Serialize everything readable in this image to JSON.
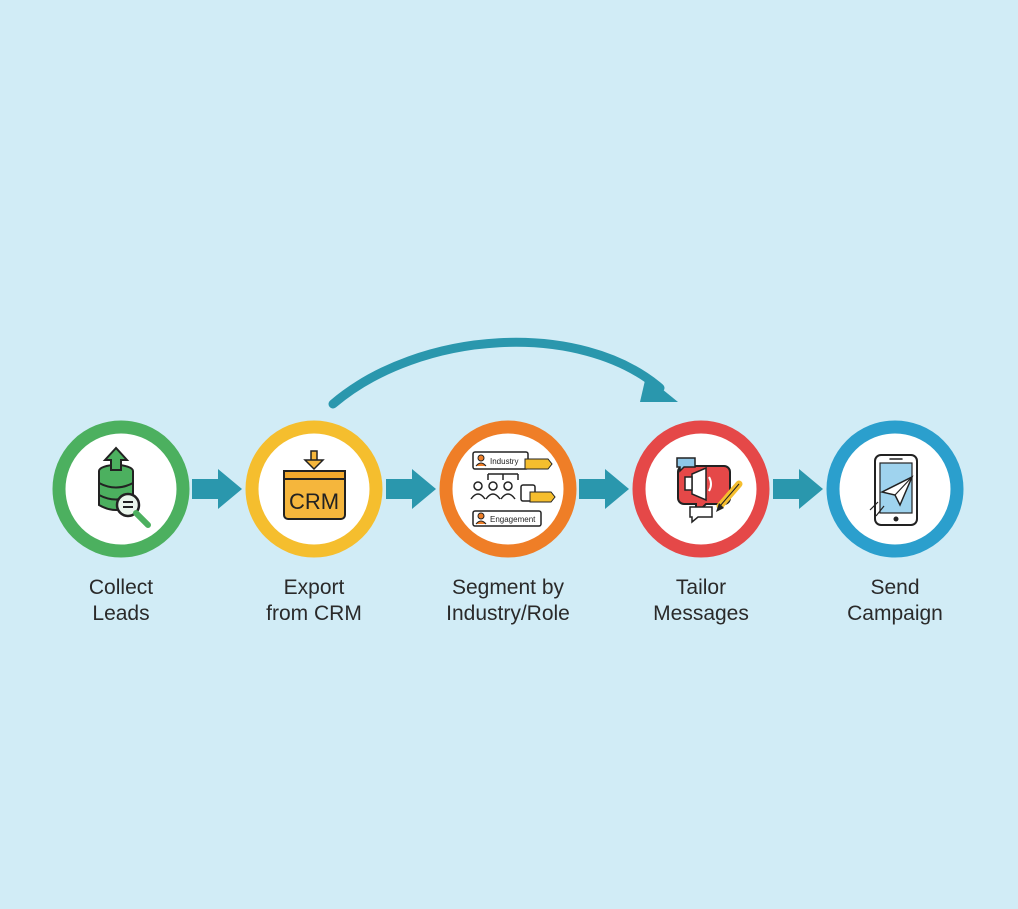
{
  "colors": {
    "background": "#d1ecf6",
    "connector": "#2a97ad",
    "ring_green": "#4cb05f",
    "ring_yellow": "#f5be2e",
    "ring_orange": "#ef7e27",
    "ring_red": "#e54848",
    "ring_blue": "#2b9fcd"
  },
  "steps": [
    {
      "label_lines": [
        "Collect",
        "Leads"
      ],
      "icon": "database-search-icon",
      "ring_color": "#4cb05f"
    },
    {
      "label_lines": [
        "Export",
        "from CRM"
      ],
      "icon": "crm-export-icon",
      "ring_color": "#f5be2e",
      "icon_text": "CRM"
    },
    {
      "label_lines": [
        "Segment by",
        "Industry/Role"
      ],
      "icon": "segmentation-icon",
      "ring_color": "#ef7e27",
      "icon_text_top": "Industry",
      "icon_text_bottom": "Engagement"
    },
    {
      "label_lines": [
        "Tailor",
        "Messages"
      ],
      "icon": "megaphone-message-icon",
      "ring_color": "#e54848"
    },
    {
      "label_lines": [
        "Send",
        "Campaign"
      ],
      "icon": "phone-send-icon",
      "ring_color": "#2b9fcd"
    }
  ],
  "skip_arrow": {
    "from_step": 2,
    "to_step": 4
  }
}
